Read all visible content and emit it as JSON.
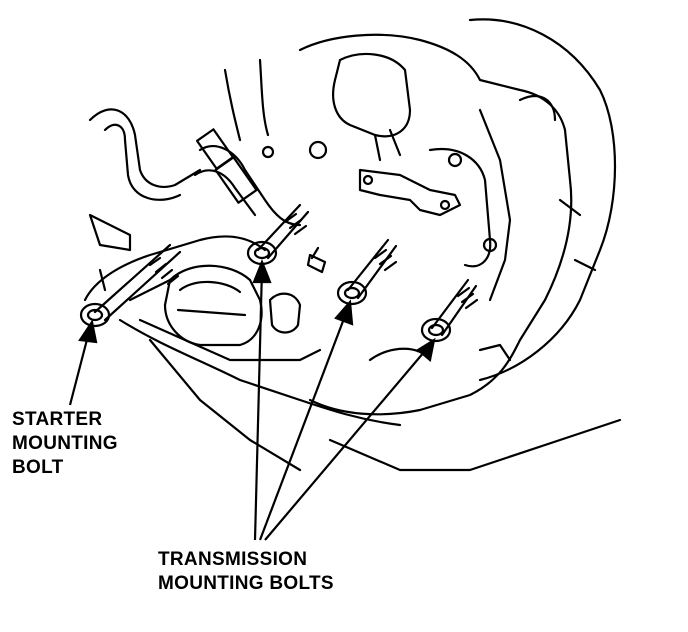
{
  "labels": {
    "starter": [
      "STARTER",
      "MOUNTING",
      "BOLT"
    ],
    "transmission": [
      "TRANSMISSION",
      "MOUNTING BOLTS"
    ]
  },
  "colors": {
    "line": "#000000",
    "background": "#ffffff"
  }
}
